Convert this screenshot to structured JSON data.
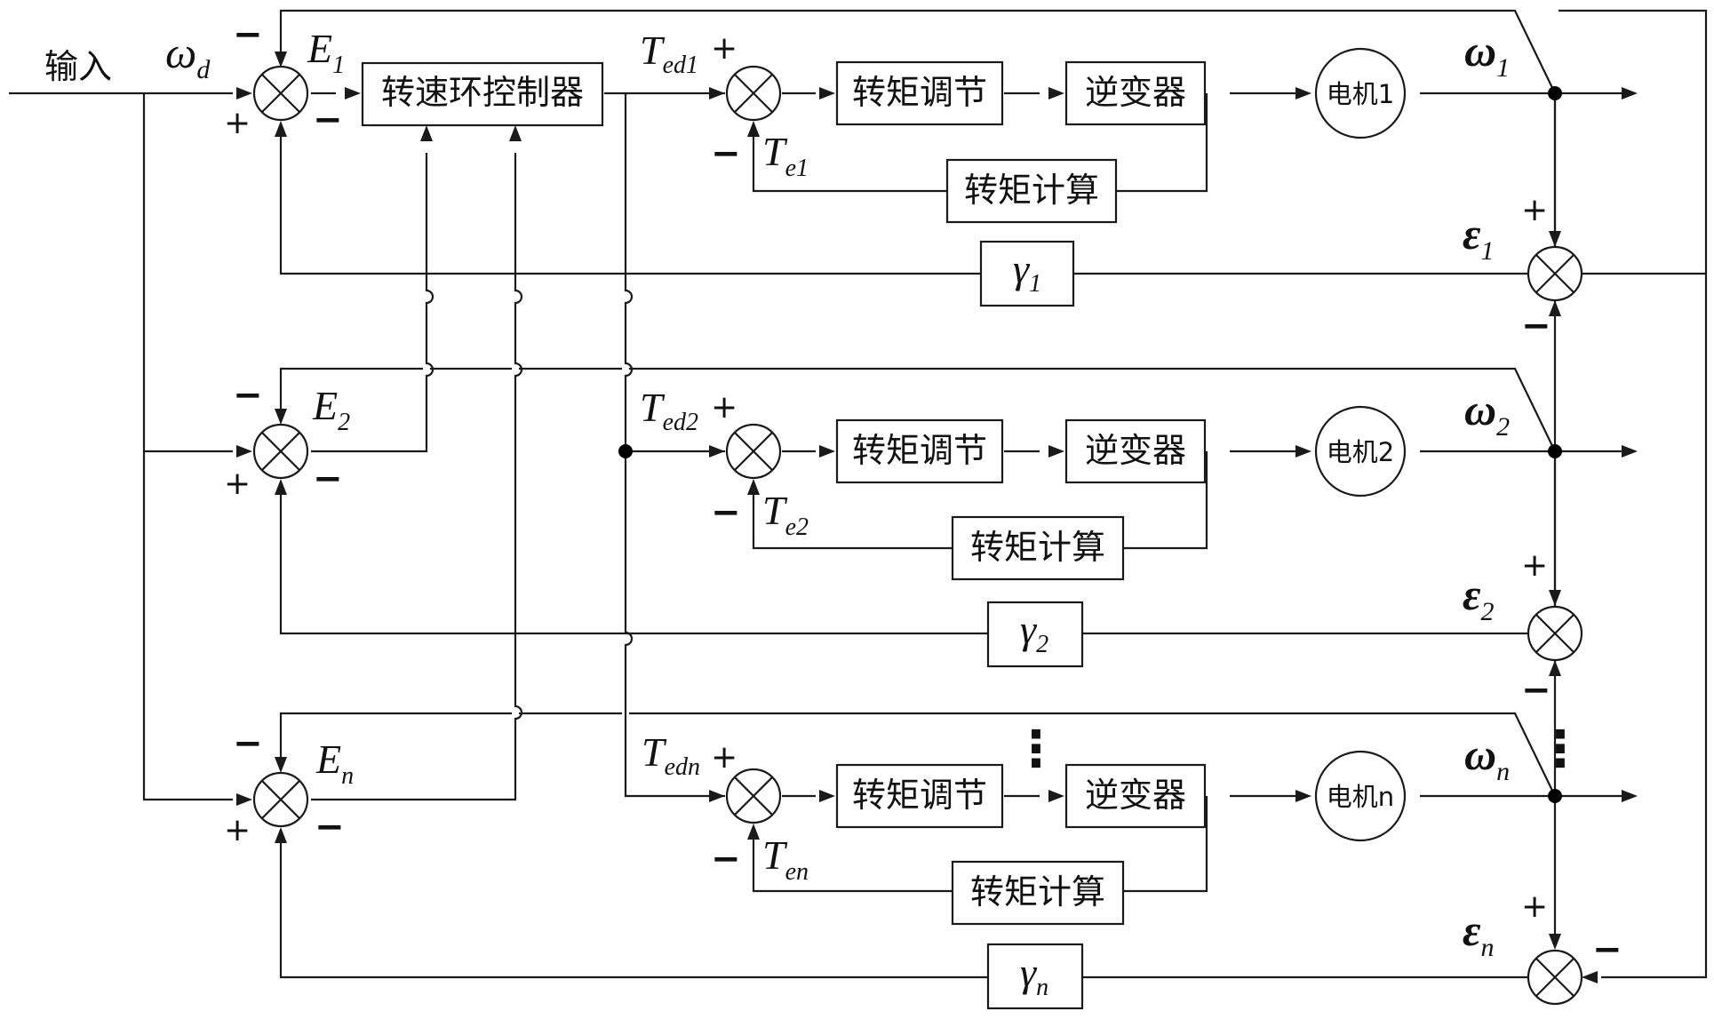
{
  "input": {
    "label": "输入",
    "symbol": "ω",
    "symbol_sub": "d"
  },
  "blocks": {
    "speed_controller": "转速环控制器",
    "torque_regulation": "转矩调节",
    "inverter": "逆变器",
    "torque_calculation": "转矩计算"
  },
  "channels": [
    {
      "error": "E",
      "error_sub": "1",
      "ref": "T",
      "ref_sub": "ed1",
      "fb": "T",
      "fb_sub": "e1",
      "motor": "电机1",
      "speed": "ω",
      "speed_sub": "1",
      "sync_err": "ε",
      "sync_err_sub": "1",
      "gain": "γ",
      "gain_sub": "1"
    },
    {
      "error": "E",
      "error_sub": "2",
      "ref": "T",
      "ref_sub": "ed2",
      "fb": "T",
      "fb_sub": "e2",
      "motor": "电机2",
      "speed": "ω",
      "speed_sub": "2",
      "sync_err": "ε",
      "sync_err_sub": "2",
      "gain": "γ",
      "gain_sub": "2"
    },
    {
      "error": "E",
      "error_sub": "n",
      "ref": "T",
      "ref_sub": "edn",
      "fb": "T",
      "fb_sub": "en",
      "motor": "电机n",
      "speed": "ω",
      "speed_sub": "n",
      "sync_err": "ε",
      "sync_err_sub": "n",
      "gain": "γ",
      "gain_sub": "n"
    }
  ],
  "signs": {
    "plus": "+",
    "minus": "−"
  },
  "ellipsis": "⋮"
}
